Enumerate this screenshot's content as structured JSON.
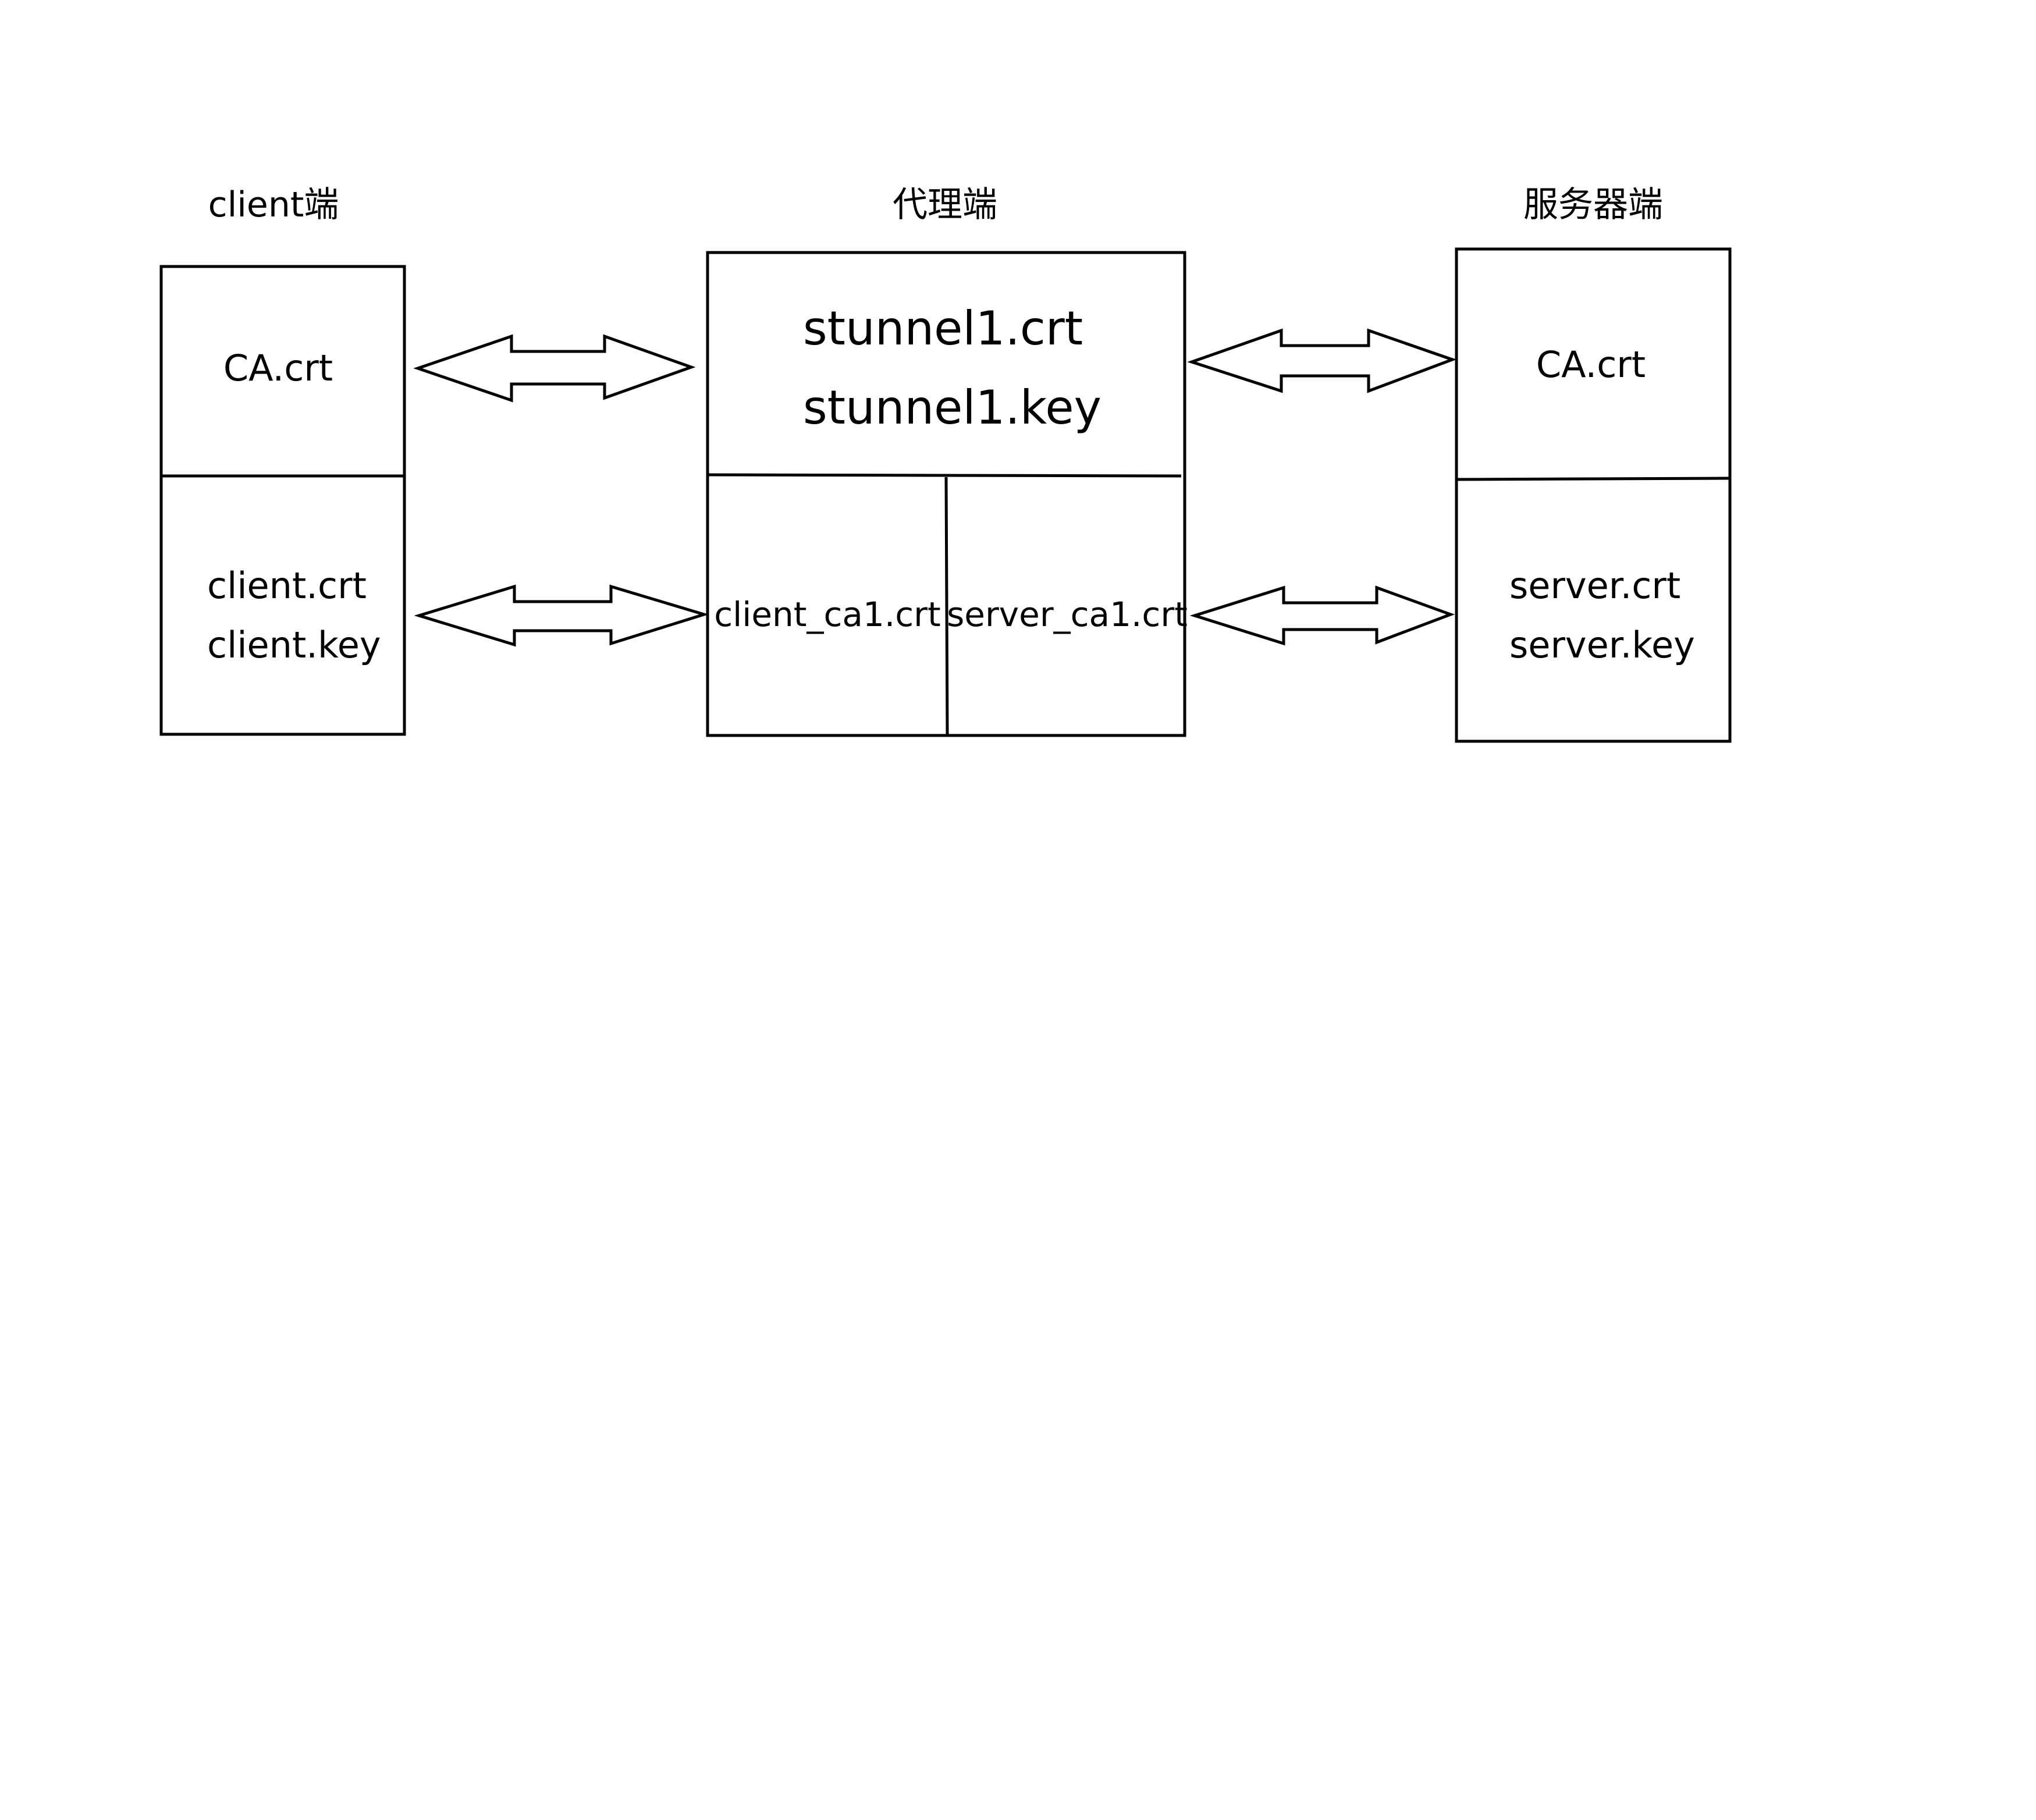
{
  "columns": {
    "client": {
      "heading": "client端",
      "top": [
        "CA.crt"
      ],
      "bottom": [
        "client.crt",
        "client.key"
      ]
    },
    "proxy": {
      "heading": "代理端",
      "top": [
        "stunnel1.crt",
        "stunnel1.key"
      ],
      "bottom_left": "client_ca1.crt",
      "bottom_right": "server_ca1.crt"
    },
    "server": {
      "heading": "服务器端",
      "top": [
        "CA.crt"
      ],
      "bottom": [
        "server.crt",
        "server.key"
      ]
    }
  }
}
